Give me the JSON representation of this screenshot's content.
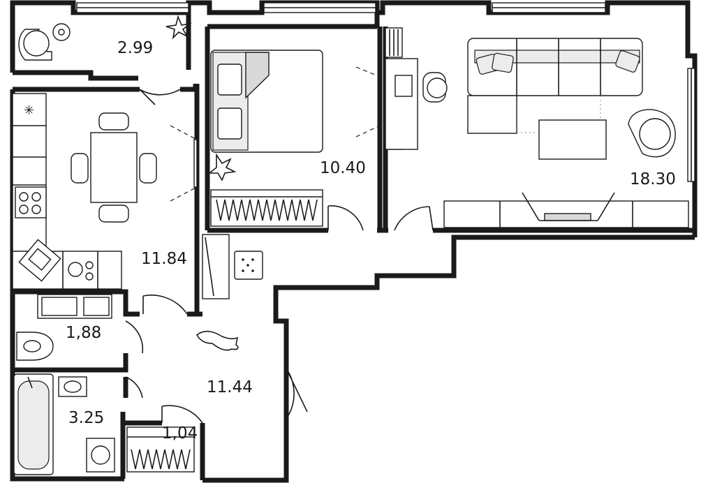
{
  "rooms": {
    "balcony": "2.99",
    "kitchen": "11.84",
    "bedroom": "10.40",
    "living": "18.30",
    "wc": "1,88",
    "bathroom": "3.25",
    "hallway": "11.44",
    "storage": "1,04"
  }
}
